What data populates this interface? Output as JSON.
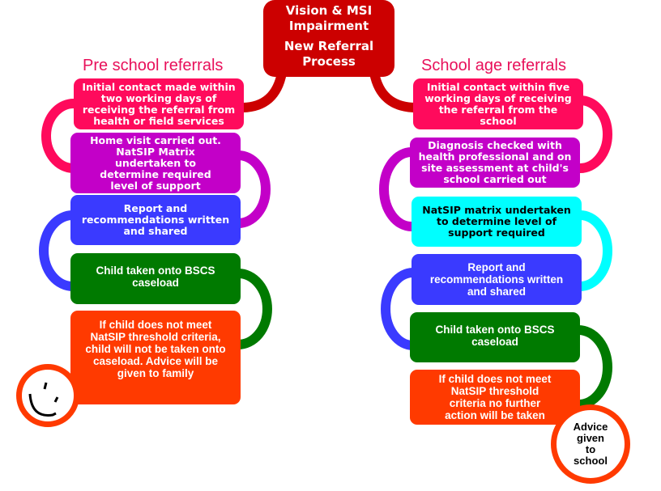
{
  "title": {
    "line1": "Vision & MSI",
    "line2": "Impairment",
    "line3": "New Referral",
    "line4": "Process"
  },
  "colors": {
    "title": "#cc0000",
    "header": "#e8105a",
    "pink": "#ff0a5c",
    "purple": "#c300c8",
    "blue": "#3a3aff",
    "green": "#007a00",
    "orange": "#ff3a00",
    "cyan": "#00ffff"
  },
  "preschool": {
    "heading": "Pre school referrals",
    "steps": [
      {
        "lines": [
          "Initial contact made within",
          "two working days of",
          "receiving the referral from",
          "health or field  services"
        ]
      },
      {
        "lines": [
          "Home visit carried out.",
          "NatSIP Matrix",
          "undertaken to",
          "determine required",
          "level of support"
        ]
      },
      {
        "lines": [
          "Report and",
          "recommendations written",
          "and shared"
        ]
      },
      {
        "lines": [
          "Child taken onto BSCS",
          "caseload"
        ]
      },
      {
        "lines": [
          "If child does not meet",
          "NatSIP threshold criteria,",
          "child will not be taken onto",
          "caseload.  Advice will be",
          "given to family"
        ]
      }
    ],
    "end_icon": "smiley-face-icon"
  },
  "schoolage": {
    "heading": "School age referrals",
    "steps": [
      {
        "lines": [
          "Initial contact within five",
          "working days of receiving",
          "the referral from the",
          "school"
        ]
      },
      {
        "lines": [
          "Diagnosis checked with",
          "health professional and on",
          "site assessment at child's",
          "school carried out"
        ]
      },
      {
        "lines": [
          "NatSIP matrix undertaken",
          "to determine level of",
          "support required"
        ]
      },
      {
        "lines": [
          "Report and",
          "recommendations written",
          "and shared"
        ]
      },
      {
        "lines": [
          "Child taken onto BSCS",
          "caseload"
        ]
      },
      {
        "lines": [
          "If child does not meet",
          "NatSIP threshold",
          "criteria no further",
          "action will be taken"
        ]
      }
    ],
    "end_note": {
      "lines": [
        "Advice",
        "given",
        "to",
        "school"
      ]
    }
  }
}
